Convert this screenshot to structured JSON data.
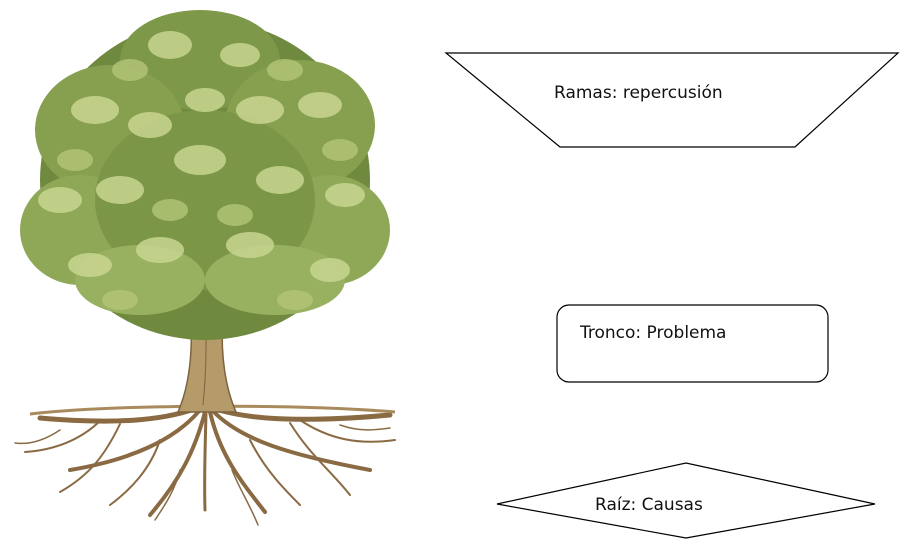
{
  "labels": {
    "branches": "Ramas: repercusión",
    "trunk": "Tronco: Problema",
    "roots": "Raíz: Causas"
  },
  "colors": {
    "foliage_dark": "#6f8a3e",
    "foliage_mid": "#9bb35a",
    "foliage_light": "#c9d690",
    "bark": "#b59a6a",
    "bark_dark": "#7d6340",
    "roots": "#8a6a43",
    "outline": "#000000"
  },
  "illustration": "tree-with-roots"
}
